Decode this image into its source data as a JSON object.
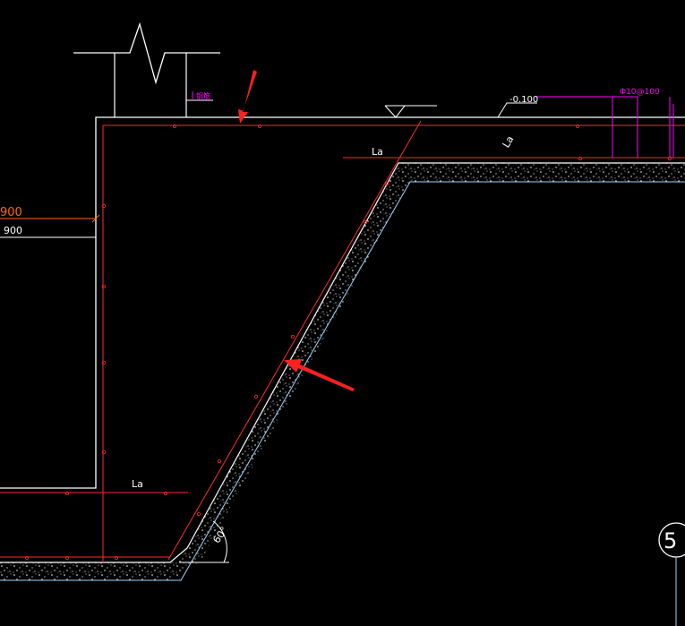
{
  "labels": {
    "dim_900_orange": "900",
    "dim_900_white": "900",
    "la_top": "La",
    "la_top_rotated": "La",
    "la_bottom": "La",
    "elevation": "-0.100",
    "rebar_spec": "Φ10@100",
    "angle": "60°",
    "section_mark": "5",
    "magenta_note": "钢筋"
  },
  "colors": {
    "background": "#000000",
    "outline": "#ffffff",
    "rebar": "#ff2a2a",
    "annotation": "#ff00ff",
    "dimension": "#ff6a00",
    "slab_edge": "#9fd3ff",
    "arrow": "#ff2020"
  }
}
